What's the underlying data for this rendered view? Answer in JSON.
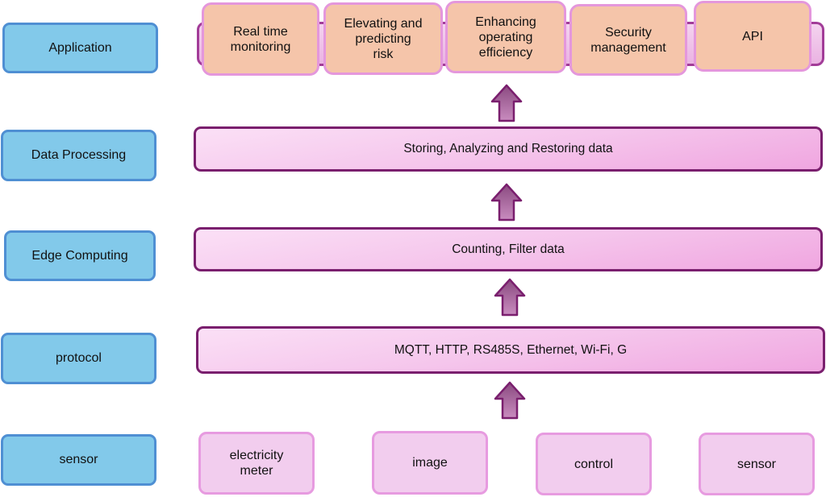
{
  "layers": [
    {
      "label": "Application"
    },
    {
      "label": "Data Processing"
    },
    {
      "label": "Edge Computing"
    },
    {
      "label": "protocol"
    },
    {
      "label": "sensor"
    }
  ],
  "application_items": [
    {
      "label": "Real time\nmonitoring"
    },
    {
      "label": "Elevating and\npredicting\nrisk"
    },
    {
      "label": "Enhancing\noperating\nefficiency"
    },
    {
      "label": "Security\nmanagement"
    },
    {
      "label": "API"
    }
  ],
  "bars": {
    "data_processing": "Storing, Analyzing and Restoring data",
    "edge_computing": "Counting, Filter data",
    "protocol": "MQTT, HTTP, RS485S, Ethernet, Wi-Fi, G"
  },
  "sensor_items": [
    {
      "label": "electricity\nmeter"
    },
    {
      "label": "image"
    },
    {
      "label": "control"
    },
    {
      "label": "sensor"
    }
  ],
  "arrows": [
    {
      "icon": "up-arrow-icon",
      "direction": "up"
    },
    {
      "icon": "up-arrow-icon",
      "direction": "up"
    },
    {
      "icon": "up-arrow-icon",
      "direction": "up"
    },
    {
      "icon": "up-arrow-icon",
      "direction": "up"
    }
  ],
  "colors": {
    "layer_fill": "#82c9ea",
    "layer_border": "#4f8fd3",
    "bar_border": "#7a1f6e",
    "app_fill": "#f5c5aa",
    "source_fill": "#f2cdee",
    "arrow_fill": "#a05a94"
  }
}
